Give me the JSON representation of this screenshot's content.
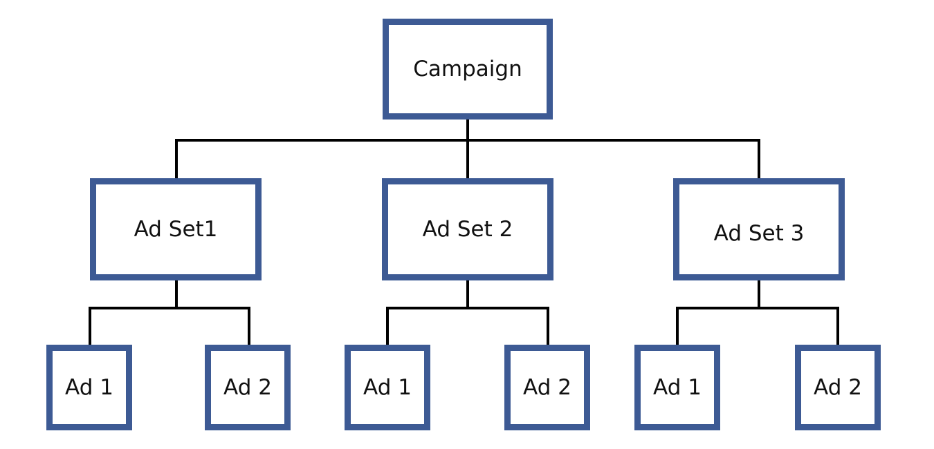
{
  "diagram": {
    "border_color": "#3d5a94",
    "line_color": "#000000",
    "campaign": {
      "label": "Campaign"
    },
    "ad_sets": [
      {
        "label": "Ad Set1",
        "ads": [
          {
            "label": "Ad 1"
          },
          {
            "label": "Ad 2"
          }
        ]
      },
      {
        "label": "Ad Set 2",
        "ads": [
          {
            "label": "Ad 1"
          },
          {
            "label": "Ad 2"
          }
        ]
      },
      {
        "label": "Ad Set 3",
        "ads": [
          {
            "label": "Ad 1"
          },
          {
            "label": "Ad 2"
          }
        ]
      }
    ]
  }
}
